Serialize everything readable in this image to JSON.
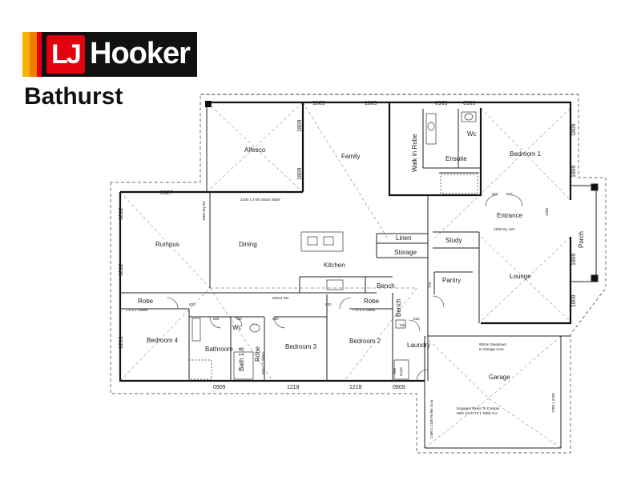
{
  "logo": {
    "mark": "LJ",
    "brand": "Hooker",
    "office": "Bathurst"
  },
  "rooms": {
    "alfresco": "Alfesco",
    "family": "Family",
    "walk_in_robe": "Walk In Robe",
    "ensuite": "Ensuite",
    "wc": "Wc",
    "bedroom1": "Bedroom 1",
    "entrance": "Entrance",
    "porch": "Porch",
    "rumpus": "Rumpus",
    "dining": "Dining",
    "kitchen": "Kitchen",
    "linen": "Linen",
    "storage": "Storage",
    "study": "Study",
    "lounge": "Lounge",
    "pantry": "Pantry",
    "bench": "Bench",
    "robe": "Robe",
    "bedroom4": "Bedroom 4",
    "bathroom": "Bathroom",
    "bath": "Bath 1.8",
    "bedroom3": "Bedroom 3",
    "bedroom2": "Bedroom 2",
    "laundry": "Laundry",
    "garage": "Garage"
  },
  "dims": {
    "d1809": "1809",
    "d0909": "0909",
    "d0927": "0927",
    "d1812": "1812",
    "d1218": "1218",
    "d820": "820",
    "d720": "720",
    "d770": "770",
    "d1200": "1200"
  },
  "notes": {
    "stack_slider": "2100 x 2700 Stack Slider",
    "set": "1500 Sq. Set",
    "slides": "770 x 2 Slides",
    "set2": "820x2 Set",
    "robe_slides": "600 x 2 Slides",
    "step1": "80mm Stepdown",
    "step2": "In Garage Area",
    "eng1": "Engaged Plans To Comply",
    "eng2": "With AS 4773.1 Table 9.2",
    "roller": "2400 x 2100 Roller Door",
    "aux": "1200 x 2100",
    "slider_mini": "1000 Sq Set",
    "wm": "WM",
    "dryer": "Dryer",
    "tub": "Tub"
  }
}
